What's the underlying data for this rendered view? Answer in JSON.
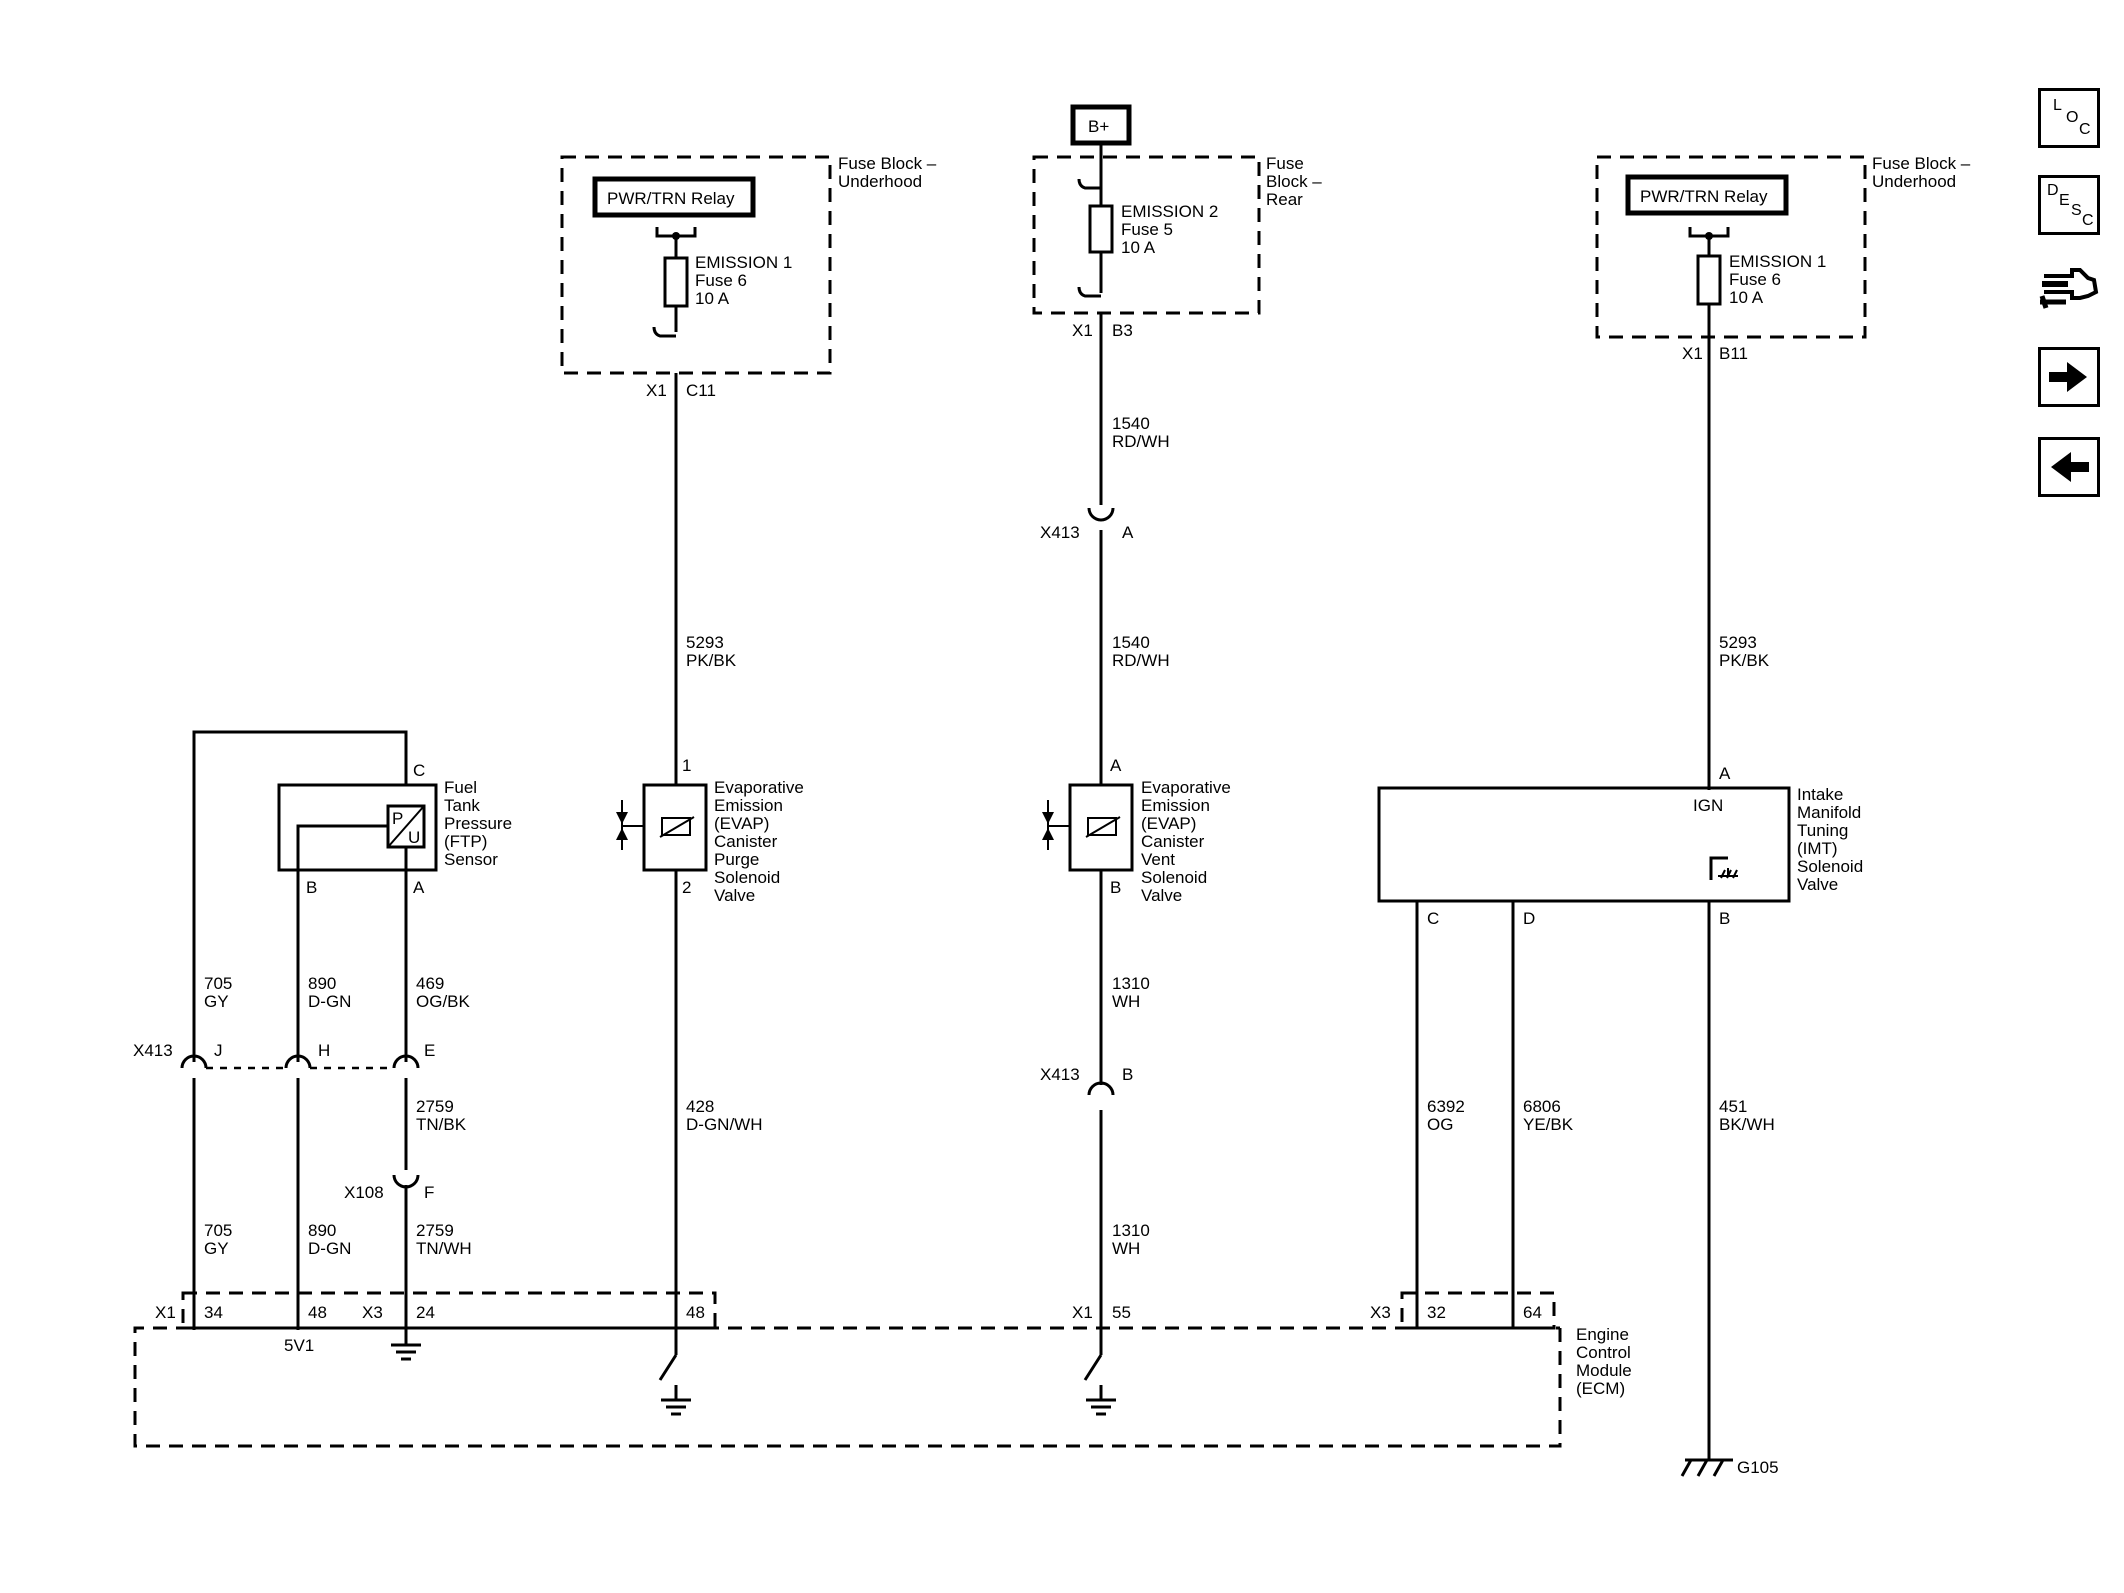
{
  "power": {
    "bplus": "B+"
  },
  "fuse_block_left": {
    "label1": "Fuse Block –",
    "label2": "Underhood",
    "relay": "PWR/TRN Relay",
    "fuse_name": "EMISSION 1",
    "fuse_num": "Fuse 6",
    "fuse_amp": "10 A",
    "conn": "X1",
    "pin": "C11"
  },
  "fuse_block_mid": {
    "label1": "Fuse",
    "label2": "Block –",
    "label3": "Rear",
    "fuse_name": "EMISSION 2",
    "fuse_num": "Fuse 5",
    "fuse_amp": "10 A",
    "conn": "X1",
    "pin": "B3"
  },
  "fuse_block_right": {
    "label1": "Fuse Block –",
    "label2": "Underhood",
    "relay": "PWR/TRN Relay",
    "fuse_name": "EMISSION 1",
    "fuse_num": "Fuse 6",
    "fuse_amp": "10 A",
    "conn": "X1",
    "pin": "B11"
  },
  "wires": {
    "w5293a": [
      "5293",
      "PK/BK"
    ],
    "w1540a": [
      "1540",
      "RD/WH"
    ],
    "w1540b": [
      "1540",
      "RD/WH"
    ],
    "w5293b": [
      "5293",
      "PK/BK"
    ],
    "w705a": [
      "705",
      "GY"
    ],
    "w890a": [
      "890",
      "D-GN"
    ],
    "w469": [
      "469",
      "OG/BK"
    ],
    "w2759a": [
      "2759",
      "TN/BK"
    ],
    "w705b": [
      "705",
      "GY"
    ],
    "w890b": [
      "890",
      "D-GN"
    ],
    "w2759b": [
      "2759",
      "TN/WH"
    ],
    "w428": [
      "428",
      "D-GN/WH"
    ],
    "w1310a": [
      "1310",
      "WH"
    ],
    "w1310b": [
      "1310",
      "WH"
    ],
    "w6392": [
      "6392",
      "OG"
    ],
    "w6806": [
      "6806",
      "YE/BK"
    ],
    "w451": [
      "451",
      "BK/WH"
    ]
  },
  "connectors": {
    "x413_mid_a": [
      "X413",
      "A"
    ],
    "x413_mid_b": [
      "X413",
      "B"
    ],
    "x413_left": [
      "X413",
      "J",
      "H",
      "E"
    ],
    "x108": [
      "X108",
      "F"
    ]
  },
  "ftp_sensor": {
    "lines": [
      "Fuel",
      "Tank",
      "Pressure",
      "(FTP)",
      "Sensor"
    ],
    "pin_c": "C",
    "pin_b": "B",
    "pin_a": "A",
    "sym_p": "P",
    "sym_u": "U"
  },
  "purge_valve": {
    "lines": [
      "Evaporative",
      "Emission",
      "(EVAP)",
      "Canister",
      "Purge",
      "Solenoid",
      "Valve"
    ],
    "pin_top": "1",
    "pin_bot": "2"
  },
  "vent_valve": {
    "lines": [
      "Evaporative",
      "Emission",
      "(EVAP)",
      "Canister",
      "Vent",
      "Solenoid",
      "Valve"
    ],
    "pin_top": "A",
    "pin_bot": "B"
  },
  "imt_valve": {
    "lines": [
      "Intake",
      "Manifold",
      "Tuning",
      "(IMT)",
      "Solenoid",
      "Valve"
    ],
    "ign": "IGN",
    "pin_a": "A",
    "pin_c": "C",
    "pin_d": "D",
    "pin_b": "B"
  },
  "ecm": {
    "lines": [
      "Engine",
      "Control",
      "Module",
      "(ECM)"
    ],
    "x1a": "X1",
    "p34": "34",
    "p48a": "48",
    "x3a": "X3",
    "p24": "24",
    "p48b": "48",
    "x1b": "X1",
    "p55": "55",
    "x3b": "X3",
    "p32": "32",
    "p64": "64",
    "ref5v": "5V1"
  },
  "ground": {
    "g105": "G105"
  },
  "nav": {
    "loc": [
      "L",
      "O",
      "C"
    ],
    "desc": [
      "D",
      "E",
      "S",
      "C"
    ],
    "tool_icon": "tool-icon",
    "next_icon": "arrow-right-icon",
    "prev_icon": "arrow-left-icon"
  }
}
